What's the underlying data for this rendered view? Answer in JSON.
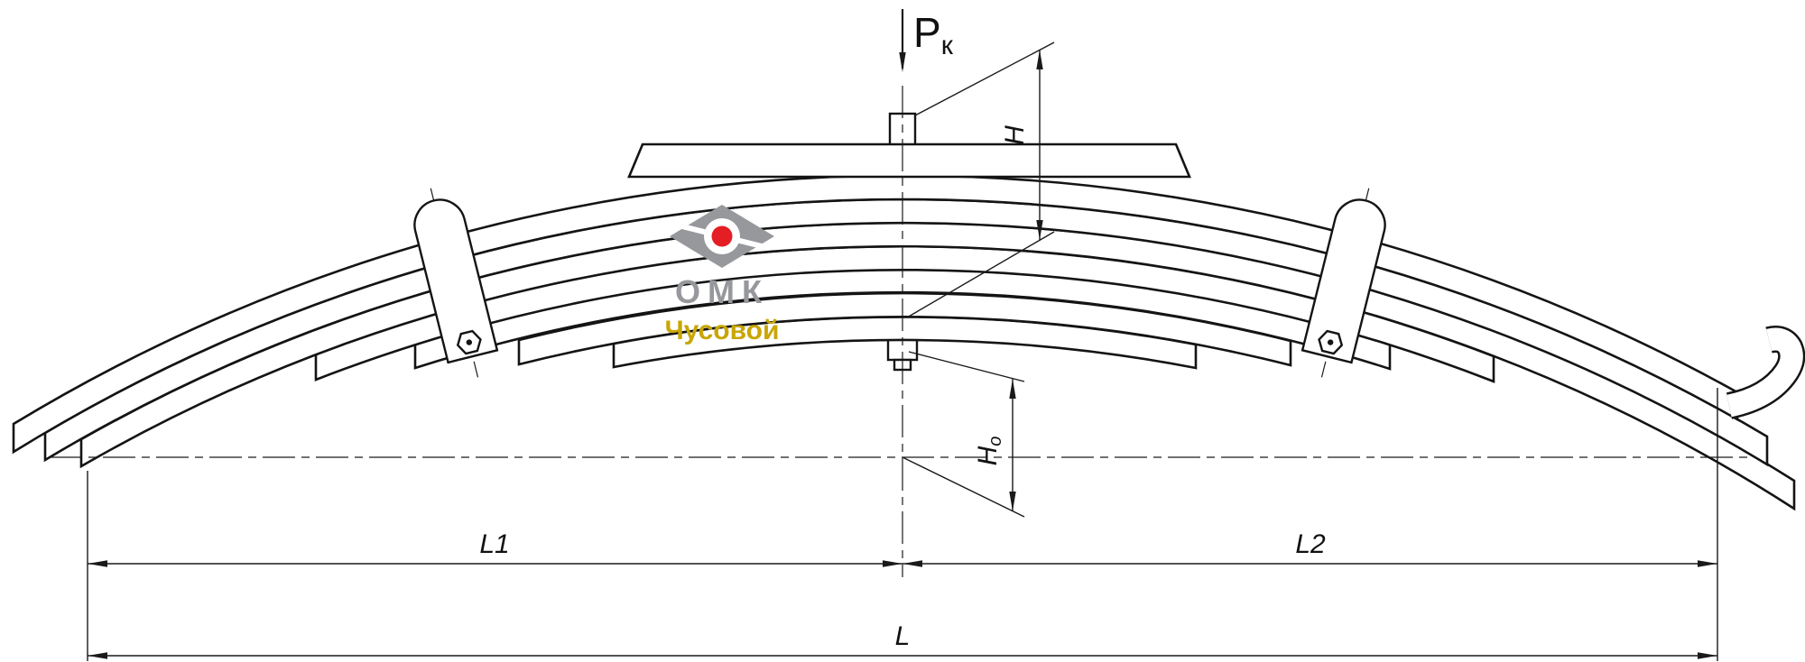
{
  "labels": {
    "force": {
      "main": "P",
      "sub": "к"
    },
    "height_total": "H",
    "height_free": {
      "main": "H",
      "sub": "о"
    },
    "length_left": "L1",
    "length_right": "L2",
    "length_total": "L"
  },
  "logo": {
    "line1": "ОМК",
    "line2": "Чусовой",
    "gray": "#96989b",
    "red": "#e31e24",
    "yellow": "#c8a606"
  },
  "colors": {
    "line": "#141414",
    "background": "#ffffff"
  }
}
